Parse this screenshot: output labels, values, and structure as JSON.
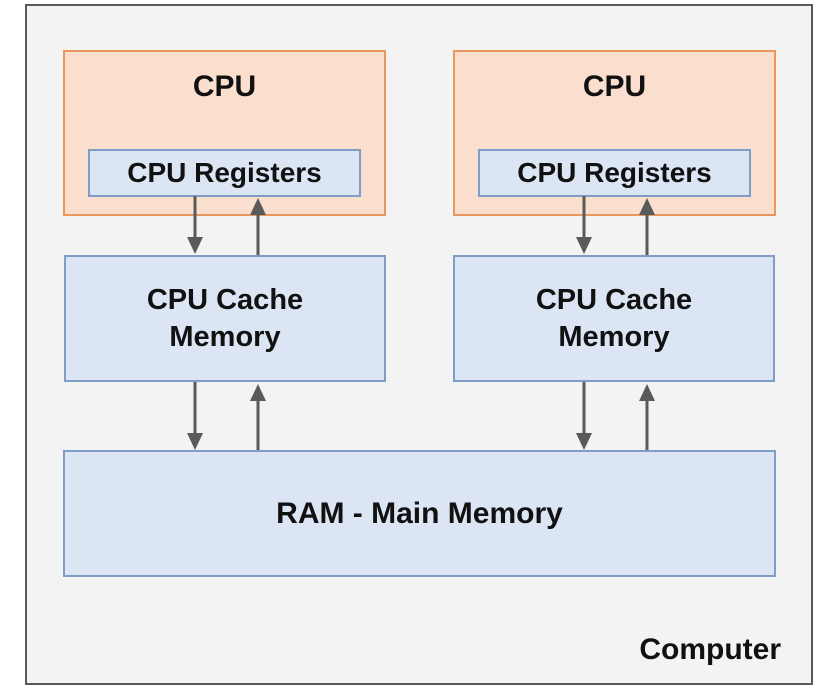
{
  "computer": {
    "label": "Computer"
  },
  "cpus": [
    {
      "title": "CPU",
      "registers": "CPU Registers"
    },
    {
      "title": "CPU",
      "registers": "CPU Registers"
    }
  ],
  "caches": [
    {
      "line1": "CPU Cache",
      "line2": "Memory"
    },
    {
      "line1": "CPU Cache",
      "line2": "Memory"
    }
  ],
  "ram": {
    "label": "RAM - Main Memory"
  },
  "colors": {
    "computer_bg": "#f3f3f3",
    "cpu_fill": "#fadfcf",
    "cpu_border": "#e8975e",
    "memory_fill": "#dbe5f3",
    "memory_border": "#7f9dc7",
    "arrow": "#5a5a5a"
  }
}
